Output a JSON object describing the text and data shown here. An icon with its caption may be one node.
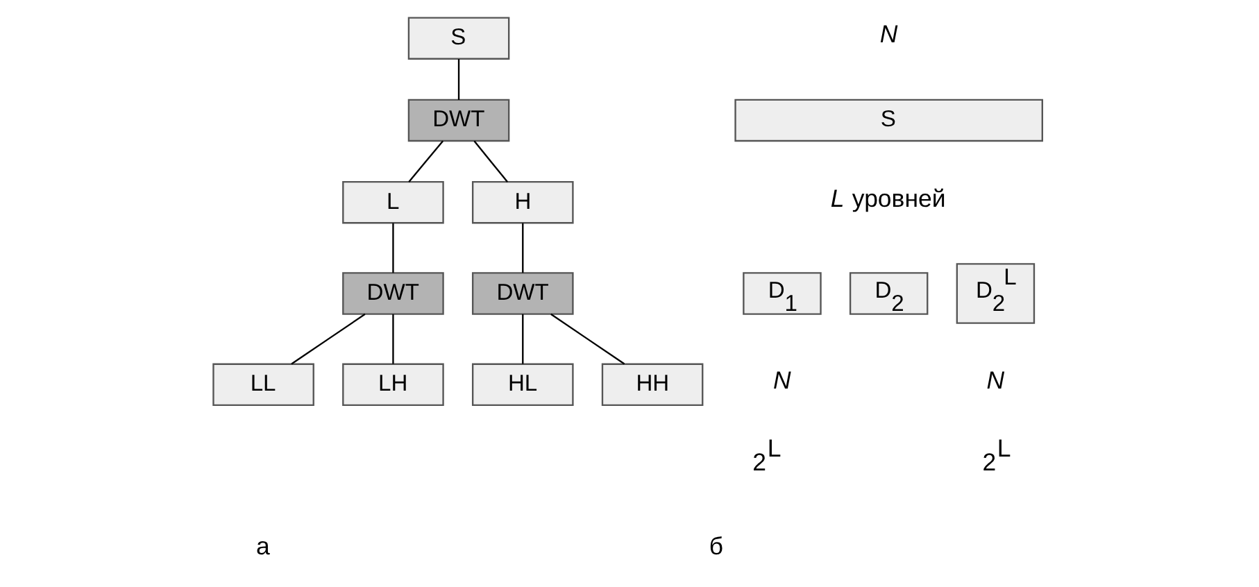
{
  "diagram": {
    "nodes": [
      {
        "text": [
          "S"
        ]
      },
      {
        "text": [
          "DWT"
        ]
      },
      {
        "text": [
          "L"
        ]
      },
      {
        "text": [
          "H"
        ]
      },
      {
        "text": [
          "DWT"
        ]
      },
      {
        "text": [
          "DWT"
        ]
      },
      {
        "text": [
          "LL"
        ]
      },
      {
        "text": [
          "LH"
        ]
      },
      {
        "text": [
          "HL"
        ]
      },
      {
        "text": [
          "HH"
        ]
      },
      {
        "text": [
          "S"
        ]
      },
      {
        "text": [
          "D$_{1}$"
        ]
      },
      {
        "text": [
          "D$_{2}$"
        ]
      },
      {
        "text": [
          "D$_{2}$$^{L}$"
        ]
      }
    ],
    "edges": [
      {
        "from": 0,
        "to": 1,
        "arrow": "none"
      },
      {
        "from": 1,
        "to": 2,
        "arrow": "none"
      },
      {
        "from": 1,
        "to": 3,
        "arrow": "none"
      },
      {
        "from": 2,
        "to": 4,
        "arrow": "none"
      },
      {
        "from": 3,
        "to": 5,
        "arrow": "none"
      },
      {
        "from": 4,
        "to": 6,
        "arrow": "none"
      },
      {
        "from": 4,
        "to": 7,
        "arrow": "none"
      },
      {
        "from": 5,
        "to": 8,
        "arrow": "none"
      },
      {
        "from": 5,
        "to": 9,
        "arrow": "none"
      }
    ],
    "labels": [
      "*N*",
      "*L* уровней",
      "*N*",
      "2$^{L}$",
      "*N*",
      "2$^{L}$",
      "а",
      "б"
    ]
  }
}
